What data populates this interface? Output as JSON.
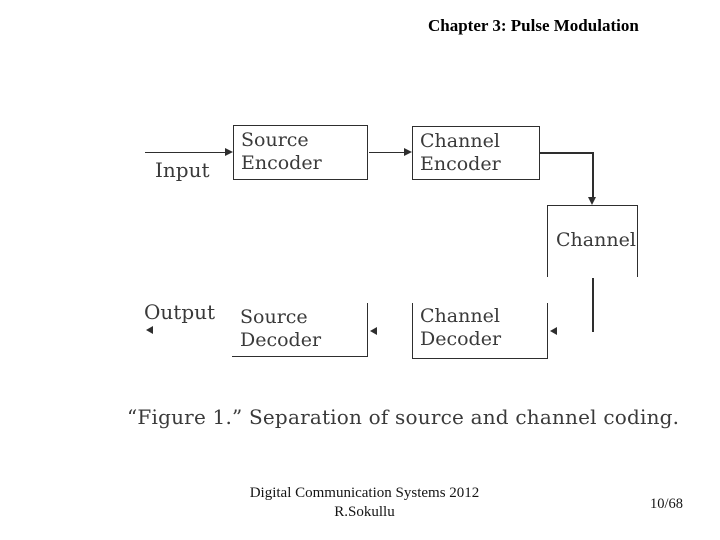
{
  "slide": {
    "title": "Chapter 3: Pulse Modulation",
    "caption": "“Figure 1.” Separation of source and channel coding.",
    "footer": {
      "line1": "Digital Communication Systems 2012",
      "line2": "R.Sokullu"
    },
    "page_number": "10/68"
  },
  "diagram": {
    "type": "block-diagram",
    "flow": "Input -> Source Encoder -> Channel Encoder -> Channel -> Channel Decoder -> Source Decoder -> Output",
    "input_label": "Input",
    "output_label": "Output",
    "nodes": {
      "source_encoder": {
        "line1": "Source",
        "line2": "Encoder"
      },
      "channel_encoder": {
        "line1": "Channel",
        "line2": "Encoder"
      },
      "channel": {
        "line1": "Channel"
      },
      "channel_decoder": {
        "line1": "Channel",
        "line2": "Decoder"
      },
      "source_decoder": {
        "line1": "Source",
        "line2": "Decoder"
      }
    },
    "colors": {
      "line": "#2e2e2e",
      "text": "#3a3a3a",
      "background": "#ffffff"
    }
  }
}
